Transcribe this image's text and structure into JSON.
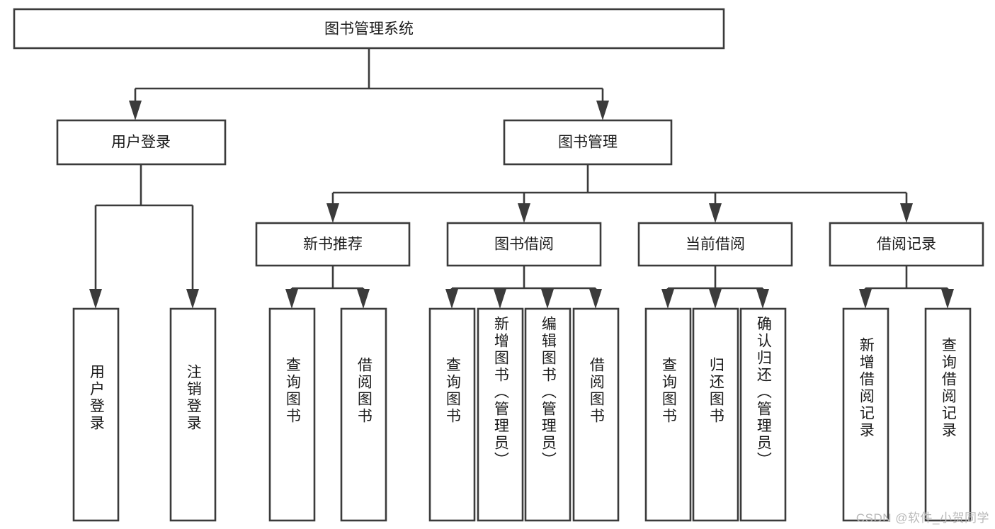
{
  "diagram": {
    "title": "图书管理系统",
    "type": "hierarchy-tree",
    "root": {
      "id": "root",
      "label": "图书管理系统"
    },
    "level2": [
      {
        "id": "user-login",
        "label": "用户登录"
      },
      {
        "id": "book-manage",
        "label": "图书管理"
      }
    ],
    "level3": [
      {
        "id": "new-book-rec",
        "label": "新书推荐",
        "parent": "book-manage"
      },
      {
        "id": "book-borrow",
        "label": "图书借阅",
        "parent": "book-manage"
      },
      {
        "id": "current-borrow",
        "label": "当前借阅",
        "parent": "book-manage"
      },
      {
        "id": "borrow-record",
        "label": "借阅记录",
        "parent": "book-manage"
      }
    ],
    "leaves": [
      {
        "id": "leaf-user-login",
        "label": "用户登录",
        "parent": "user-login"
      },
      {
        "id": "leaf-user-logout",
        "label": "注销登录",
        "parent": "user-login"
      },
      {
        "id": "leaf-query-book-1",
        "label": "查询图书",
        "parent": "new-book-rec"
      },
      {
        "id": "leaf-borrow-book-1",
        "label": "借阅图书",
        "parent": "new-book-rec"
      },
      {
        "id": "leaf-query-book-2",
        "label": "查询图书",
        "parent": "book-borrow"
      },
      {
        "id": "leaf-add-book",
        "label": "新增图书（管理员）",
        "parent": "book-borrow"
      },
      {
        "id": "leaf-edit-book",
        "label": "编辑图书（管理员）",
        "parent": "book-borrow"
      },
      {
        "id": "leaf-borrow-book-2",
        "label": "借阅图书",
        "parent": "book-borrow"
      },
      {
        "id": "leaf-query-book-3",
        "label": "查询图书",
        "parent": "current-borrow"
      },
      {
        "id": "leaf-return-book",
        "label": "归还图书",
        "parent": "current-borrow"
      },
      {
        "id": "leaf-confirm-return",
        "label": "确认归还（管理员）",
        "parent": "current-borrow"
      },
      {
        "id": "leaf-add-record",
        "label": "新增借阅记录",
        "parent": "borrow-record"
      },
      {
        "id": "leaf-query-record",
        "label": "查询借阅记录",
        "parent": "borrow-record"
      }
    ]
  },
  "watermark": {
    "text": "CSDN @软件_小贺同学"
  },
  "colors": {
    "stroke": "#3b3b3b",
    "box_fill": "#ffffff",
    "text": "#1a1a1a",
    "background": "#ffffff",
    "watermark": "#b9b9b9"
  }
}
